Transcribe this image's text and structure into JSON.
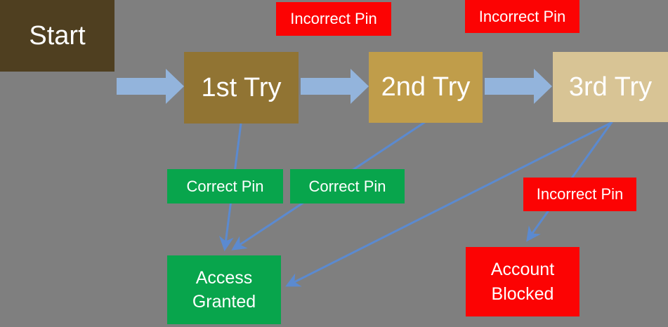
{
  "colors": {
    "background": "#7f7f7f",
    "text": "#ffffff",
    "start_box": "#4f3f20",
    "try1_box": "#917433",
    "try2_box": "#c09d4a",
    "try3_box": "#d8c495",
    "success_green": "#08a54c",
    "failure_red": "#fc0303",
    "flow_arrow": "#93b4dc",
    "connector": "#5b8ad0"
  },
  "nodes": {
    "start": {
      "label": "Start"
    },
    "try1": {
      "label": "1st Try"
    },
    "try2": {
      "label": "2nd Try"
    },
    "try3": {
      "label": "3rd Try"
    },
    "access": {
      "line1": "Access",
      "line2": "Granted"
    },
    "blocked": {
      "line1": "Account",
      "line2": "Blocked"
    }
  },
  "labels": {
    "incorrect_top_1": "Incorrect Pin",
    "incorrect_top_2": "Incorrect Pin",
    "correct_1": "Correct Pin",
    "correct_2": "Correct Pin",
    "incorrect_right": "Incorrect Pin"
  },
  "edges": [
    {
      "from": "Start",
      "to": "1st Try",
      "style": "block-arrow",
      "label": ""
    },
    {
      "from": "1st Try",
      "to": "2nd Try",
      "style": "block-arrow",
      "label": "Incorrect Pin"
    },
    {
      "from": "2nd Try",
      "to": "3rd Try",
      "style": "block-arrow",
      "label": "Incorrect Pin"
    },
    {
      "from": "1st Try",
      "to": "Access Granted",
      "style": "line-arrow",
      "label": "Correct Pin"
    },
    {
      "from": "2nd Try",
      "to": "Access Granted",
      "style": "line-arrow",
      "label": "Correct Pin"
    },
    {
      "from": "3rd Try",
      "to": "Access Granted",
      "style": "line-arrow",
      "label": ""
    },
    {
      "from": "3rd Try",
      "to": "Account Blocked",
      "style": "line-arrow",
      "label": "Incorrect Pin"
    }
  ]
}
